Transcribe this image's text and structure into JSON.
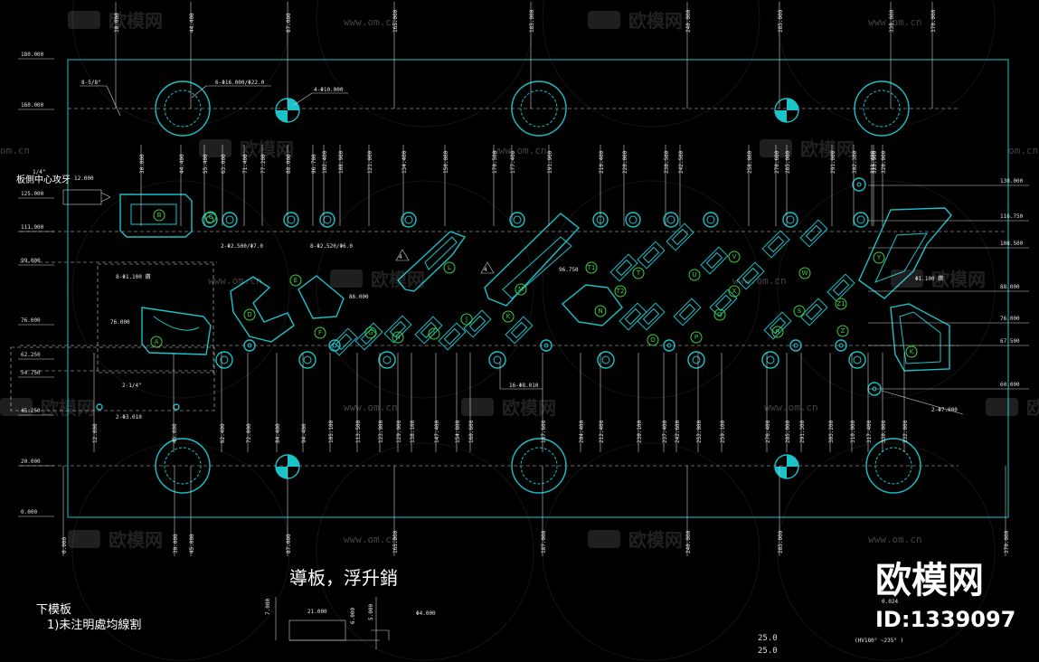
{
  "drawing": {
    "title": "導板，浮升銷",
    "notes_heading": "下模板",
    "notes_line1": "1)未注明處均線割",
    "side_label": "板側中心攻牙",
    "hv_note": "(HV180° ~235° )",
    "tol_1": "0.024",
    "tol_2": "25.0",
    "tol_3": "25.0"
  },
  "watermark": {
    "brand": "欧模网",
    "url": "www.om.cn",
    "url_short": "om.cn",
    "id_text": "ID:1339097"
  },
  "callouts": {
    "pilot_holes": "6-Φ16.000/Φ22.0",
    "dowel_holes": "4-Φ10.000",
    "small_a": "2-Φ2.500/Φ7.0",
    "small_b": "8-Φ2.520/Φ6.0",
    "thread_a": "8-Φ1.100 鑽",
    "thread_b": "2-1/4\"",
    "thread_c": "2-Φ3.010",
    "lift_pins": "16-Φ8.010",
    "bottom_right": "2-Φ7.000",
    "thread_top": "8-5/8\"",
    "thread_side": "1/4\"",
    "side_depth": "12.000",
    "right_drill": "Φ1.100 鑽",
    "dim_96": "96.750",
    "dim_86": "86.000",
    "dim_76": "76.000"
  },
  "left_dims": [
    "180.000",
    "160.000",
    "125.000",
    "111.900",
    "99.000",
    "76.000",
    "62.250",
    "54.750",
    "45.250",
    "20.000",
    "0.000"
  ],
  "right_dims": [
    "130.000",
    "116.750",
    "108.500",
    "88.000",
    "76.000",
    "67.500",
    "60.000"
  ],
  "top_dims": [
    "30.000",
    "44.400",
    "87.000",
    "165.000",
    "185.000",
    "240.000",
    "285.000",
    "330.000",
    "370.000"
  ],
  "mid_top_dims": [
    "30.000",
    "44.400",
    "55.400",
    "63.000",
    "71.400",
    "77.200",
    "88.000",
    "96.700",
    "102.400",
    "108.900",
    "121.000",
    "134.400",
    "150.000",
    "170.500",
    "177.400",
    "191.900",
    "210.400",
    "220.000",
    "230.500",
    "242.500",
    "258.000",
    "270.600",
    "285.000",
    "291.000",
    "302.300",
    "311.400",
    "320.000",
    "323.900"
  ],
  "mid_bot_dims": [
    "12.000",
    "45.000",
    "62.400",
    "72.000",
    "84.400",
    "94.400",
    "105.100",
    "113.500",
    "123.900",
    "129.900",
    "138.100",
    "147.400",
    "154.800",
    "160.600",
    "187.600",
    "204.400",
    "212.400",
    "230.100",
    "237.400",
    "242.600",
    "252.000",
    "259.100",
    "276.400",
    "285.000",
    "291.300",
    "303.200",
    "310.000",
    "317.400",
    "330.000",
    "332.000"
  ],
  "bottom_dims": [
    "0.000",
    "30.000",
    "45.000",
    "87.000",
    "165.000",
    "187.000",
    "240.000",
    "285.000",
    "370.000"
  ],
  "punch_labels": [
    "A",
    "B",
    "C",
    "D",
    "E",
    "F",
    "G",
    "H",
    "I",
    "J",
    "K",
    "L",
    "M",
    "N",
    "O",
    "P",
    "Q",
    "R",
    "S",
    "T",
    "U",
    "V",
    "W",
    "X",
    "Y",
    "Z",
    "Z1",
    "T1",
    "T2",
    "K"
  ],
  "small_dim": {
    "w": "21.000",
    "h1": "7.000",
    "h2": "6.000",
    "h3": "5.000",
    "d": "Φ4.000"
  },
  "colors": {
    "background": "#000000",
    "geometry": "#19c3c9",
    "dimension": "#e0e0e0",
    "label": "#3bd13b"
  }
}
